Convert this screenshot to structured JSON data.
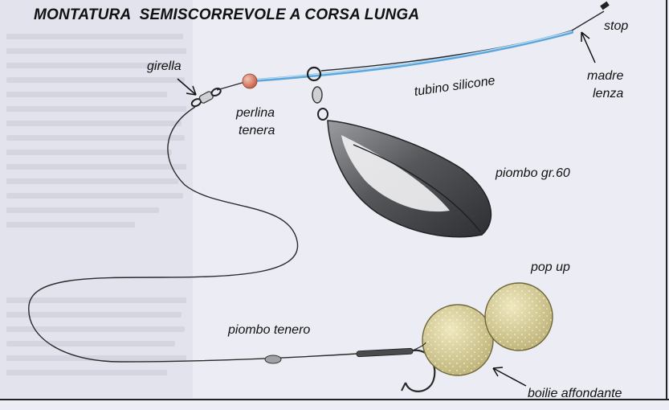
{
  "title": "MONTATURA  SEMISCORREVOLE A CORSA LUNGA",
  "labels": {
    "stop": "stop",
    "madre": "madre",
    "lenza": "lenza",
    "girella": "girella",
    "perlina": "perlina",
    "tenera": "tenera",
    "tubino_silicone": "tubino silicone",
    "piombo": "piombo gr.60",
    "pop_up": "pop up",
    "piombo_tenero": "piombo tenero",
    "boilie_affondante": "boilie affondante"
  },
  "colors": {
    "tube": "#5aa6dc",
    "line": "#2a2a2a",
    "lead": "#6c6e72",
    "lead_highlight": "#f2f2f2",
    "boilie": "#d8cf98",
    "bead": "#d9826a"
  }
}
